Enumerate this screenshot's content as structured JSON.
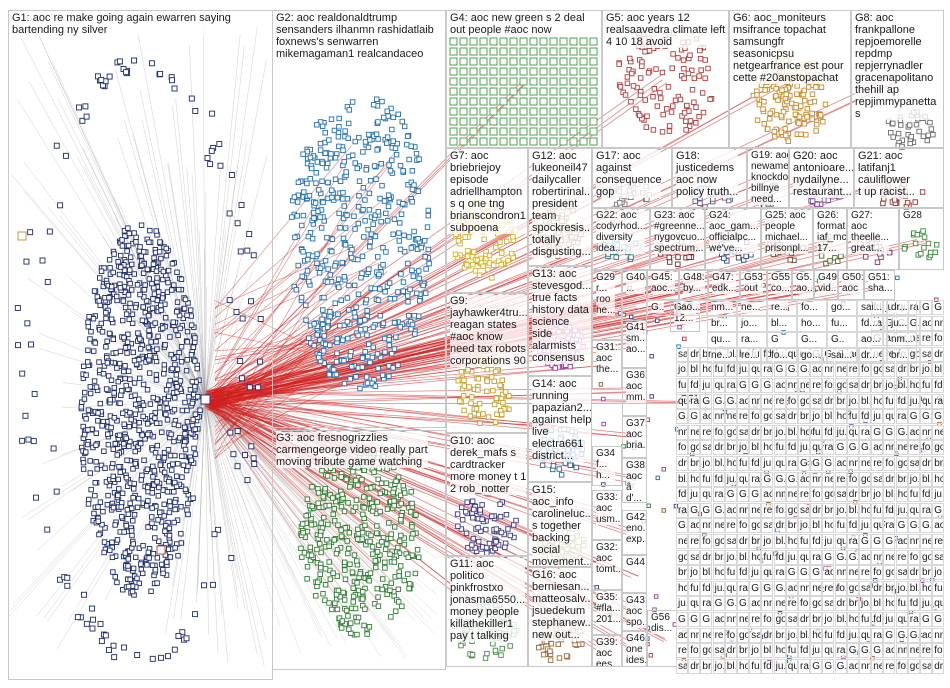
{
  "title": "",
  "groups": [
    {
      "id": "G1",
      "label": "G1: aoc re make going again ewarren saying\nbartending ny silver",
      "color": "#1b2a6b"
    },
    {
      "id": "G2",
      "label": "G2: aoc realdonaldtrump\nsensanders ilhanmn rashidatlaib\nfoxnews's senwarren\nmikemagaman1 realcandaceo",
      "color": "#1f6fb3"
    },
    {
      "id": "G3",
      "label": "G3: aoc fresnogrizzlies\ncarmengeorge video really part\nmoving tribute game watching",
      "color": "#2e7d32"
    },
    {
      "id": "G4",
      "label": "G4: aoc new green s 2 deal\nout people #aoc now",
      "color": "#3a9a3a"
    },
    {
      "id": "G5",
      "label": "G5: aoc years 12\nrealsaavedra climate left\n4 10 18 avoid",
      "color": "#b23b3b"
    },
    {
      "id": "G6",
      "label": "G6: aoc_moniteurs\nmsifrance topachat\nsamsungfr\nseasonicpsu\nnetgearfrance est pour\ncette #20anstopachat",
      "color": "#c98a2b"
    },
    {
      "id": "G8",
      "label": "G8: aoc\nfrankpallone\nrepjoemorelle\nrepdmp\nrepjerrynadler\ngracenapolitano\nthehill ap\nrepjimmypanetta\ns",
      "color": "#6a6a6a"
    },
    {
      "id": "G7",
      "label": "G7: aoc\nbriebriejoy\nepisode\nadriellhampton\ns q one tng\nbrianscondron1...\nsubpoena",
      "color": "#d4b21f"
    },
    {
      "id": "G12",
      "label": "G12: aoc\nlukeoneil47\ndailycaller\nrobertirinal...\npresident\nteam\nspockresis...\ntotally\ndisgusting...",
      "color": "#8a5a2b"
    },
    {
      "id": "G17",
      "label": "G17: aoc\nagainst\nconsequence\ngop",
      "color": "#7a7a7a"
    },
    {
      "id": "G18",
      "label": "G18:\njusticedems\naoc now\npolicy truth...",
      "color": "#5a5a9a"
    },
    {
      "id": "G19",
      "label": "G19: aoc\nnewamerpo...\nknockdown...\nbillnye need...",
      "color": "#5a5a5a"
    },
    {
      "id": "G20",
      "label": "G20: aoc\nantonioare...\nnydailyne...\nrestaurant...",
      "color": "#7a4a9a"
    },
    {
      "id": "G21",
      "label": "G21: aoc\nlatifanj1\ncauliflower\nt up racist...",
      "color": "#a03030"
    },
    {
      "id": "G9",
      "label": "G9:\njayhawker4tru...\nreagan states\n#aoc know\nneed tax robots\ncorporations 90",
      "color": "#c4a020"
    },
    {
      "id": "G13",
      "label": "G13: aoc\nstevesgod...\ntrue facts\nhistory data\nscience\nside\nalarmists\nconsensus",
      "color": "#9a3a9a"
    },
    {
      "id": "G14",
      "label": "G14: aoc\nrunning\npapazian2...\nagainst help\nlive\nelectra661\ndistrict...",
      "color": "#2a6a9a"
    },
    {
      "id": "G10",
      "label": "G10: aoc\nderek_mafs s\ncardtracker\nmore money t 1\n2 rob_notter",
      "color": "#3a3a8a"
    },
    {
      "id": "G15",
      "label": "G15:\naoc_info\ncarolineluc...\ns together\nbacking\nsocial\nmovement...",
      "color": "#8a8a2a"
    },
    {
      "id": "G11",
      "label": "G11: aoc\npolitico\npinkfrostxo\njonasma6550...\nmoney people\nkillathekiller1\npay t talking",
      "color": "#4a8a4a"
    },
    {
      "id": "G16",
      "label": "G16: aoc\nberniesan...\nmatteosalv...\njsuedekum\nstephanew...\nnew out...",
      "color": "#9a6a3a"
    },
    {
      "id": "G22",
      "label": "G22: aoc\ncodyrhod...\ndiversity\nidea...",
      "color": "#2a7a7a"
    },
    {
      "id": "G23",
      "label": "G23: aoc\n#greenne...\nnygovcuo...\nspectrum...",
      "color": "#7a2a2a"
    },
    {
      "id": "G24",
      "label": "G24:\naoc_gam...\nofficialpc...\nwe've...",
      "color": "#2a4a7a"
    },
    {
      "id": "G25",
      "label": "G25: aoc\npeople\nmichael...\nprisonpl...",
      "color": "#6a4a2a"
    },
    {
      "id": "G26",
      "label": "G26:\nformati...\niaf_mcc\n17...",
      "color": "#4a6a2a"
    },
    {
      "id": "G27",
      "label": "G27:\naoc\ntheelle...\ngreat...",
      "color": "#8a3a6a"
    },
    {
      "id": "G28",
      "label": "G28",
      "color": "#3a8a3a"
    },
    {
      "id": "G29",
      "label": "G29\nr...\nroo\nhe...",
      "color": "#a04a2a"
    },
    {
      "id": "G40",
      "label": "G40\n...",
      "color": "#2a2a8a"
    },
    {
      "id": "G45",
      "label": "G45:\naoc...",
      "color": "#3a3a3a"
    },
    {
      "id": "G48",
      "label": "G48:\nby...",
      "color": "#6a2a2a"
    },
    {
      "id": "G47",
      "label": "G47:\nedk...",
      "color": "#2a6a2a"
    },
    {
      "id": "G53",
      "label": "G53\nout",
      "color": "#5a5a2a"
    },
    {
      "id": "G55",
      "label": "G55\nco...",
      "color": "#2a5a5a"
    },
    {
      "id": "G5x",
      "label": "G5...\nao...",
      "color": "#5a2a5a"
    },
    {
      "id": "G49",
      "label": "G49\nvid...",
      "color": "#3a5a7a"
    },
    {
      "id": "G50",
      "label": "G50:\naoc",
      "color": "#7a5a3a"
    },
    {
      "id": "G51",
      "label": "G51:\nsha...",
      "color": "#4a4a7a"
    },
    {
      "id": "G31",
      "label": "G31:\naoc\nthe...",
      "color": "#5a3a7a"
    },
    {
      "id": "G41",
      "label": "G41:\nsm...\nao...",
      "color": "#3a7a5a"
    },
    {
      "id": "G36",
      "label": "G36:\naoc\nmm...",
      "color": "#7a3a3a"
    },
    {
      "id": "G37",
      "label": "G37:\naoc\nbria...",
      "color": "#3a3a7a"
    },
    {
      "id": "G34",
      "label": "G34\nf...\nh...",
      "color": "#6a6a3a"
    },
    {
      "id": "G38",
      "label": "G38:\naoc\nâ d'...",
      "color": "#3a6a6a"
    },
    {
      "id": "G33",
      "label": "G33:\naoc\nusm...",
      "color": "#6a3a6a"
    },
    {
      "id": "G42",
      "label": "G42:\neno...\nexp...",
      "color": "#4a7a3a"
    },
    {
      "id": "G32",
      "label": "G32:\naoc\ntomt...",
      "color": "#7a4a4a"
    },
    {
      "id": "G44",
      "label": "G44",
      "color": "#4a4a4a"
    },
    {
      "id": "G35",
      "label": "G35:\n#fla...\n201...",
      "color": "#2a5a8a"
    },
    {
      "id": "G43",
      "label": "G43:\naoc\nspo...",
      "color": "#8a5a5a"
    },
    {
      "id": "G39",
      "label": "G39:\naoc\nees...",
      "color": "#5a8a5a"
    },
    {
      "id": "G46",
      "label": "G46:\none\nides...",
      "color": "#5a5a8a"
    },
    {
      "id": "G56",
      "label": "G56\ndis...",
      "color": "#8a8a5a"
    },
    {
      "id": "G63",
      "label": "G63:\n12...",
      "color": "#5a3a3a"
    },
    {
      "id": "G71",
      "label": "G71",
      "color": "#3a5a3a"
    }
  ],
  "small_cell_text": [
    "G",
    "G...",
    "G..",
    "ao...",
    "nm...",
    "ne...",
    "re...",
    "fo...",
    "go...",
    "sai...",
    "dr...",
    "br...",
    "jo...",
    "bl...",
    "ho...",
    "fu...",
    "fd...",
    "ju...",
    "qu...",
    "ra..."
  ]
}
